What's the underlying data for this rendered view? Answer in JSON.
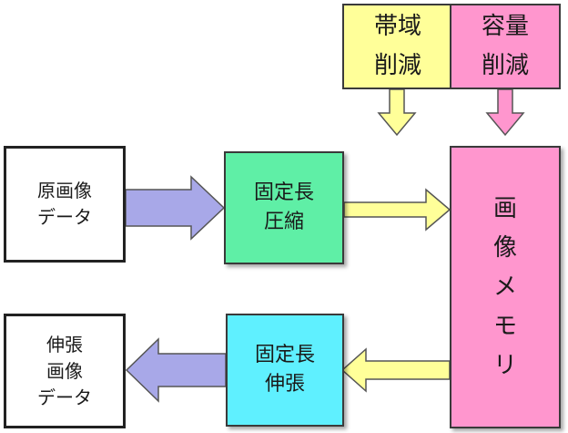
{
  "top": {
    "bandwidth": [
      "帯域",
      "削減"
    ],
    "capacity": [
      "容量",
      "削減"
    ]
  },
  "boxes": {
    "source": [
      "原画像",
      "データ"
    ],
    "compress": [
      "固定長",
      "圧縮"
    ],
    "memory": [
      "画",
      "像",
      "メ",
      "モ",
      "リ"
    ],
    "expand": [
      "固定長",
      "伸張"
    ],
    "output": [
      "伸張",
      "画像",
      "データ"
    ]
  },
  "colors": {
    "compress": "#5fefa6",
    "expand": "#5ff0ff",
    "memory": "#ff96ce",
    "bandwidth": "#ffff99",
    "arrow_blue": "#a8a8e8",
    "arrow_yellow": "#ffff99"
  }
}
